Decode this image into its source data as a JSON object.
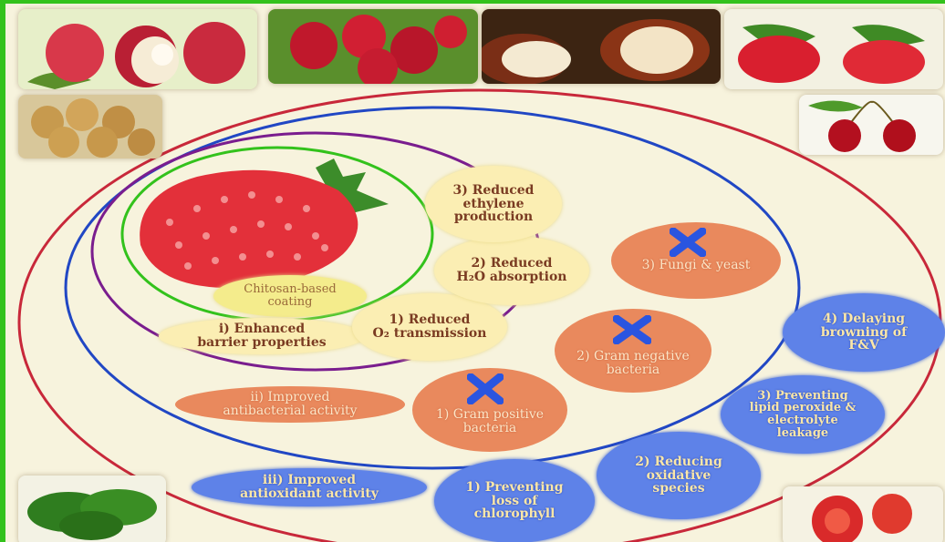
{
  "labels": {
    "coating": "Chitosan-based\ncoating",
    "barrier": "i) Enhanced\nbarrier properties",
    "antibacterial": "ii) Improved\nantibacterial activity",
    "antioxidant": "iii) Improved\nantioxidant activity",
    "o2": "1) Reduced\nO₂ transmission",
    "h2o": "2) Reduced\nH₂O absorption",
    "ethylene": "3) Reduced\nethylene\nproduction",
    "gram_pos": "1) Gram positive\nbacteria",
    "gram_neg": "2) Gram negative\nbacteria",
    "fungi": "3) Fungi & yeast",
    "chlorophyll": "1) Preventing\nloss of\nchlorophyll",
    "oxidative": "2) Reducing\noxidative\nspecies",
    "lipid": "3) Preventing\nlipid peroxide &\nelectrolyte\nleakage",
    "browning": "4) Delaying\nbrowning of\nF&V"
  },
  "icons": {
    "fruits": [
      "lychee",
      "red-berries",
      "rambutan",
      "strawberries",
      "longan",
      "cherries",
      "strawberry",
      "spinach",
      "tomatoes"
    ],
    "inhibition_mark": "blue-x"
  },
  "colors": {
    "outer_ring": "#c8283a",
    "blue_ring": "#2147c4",
    "purple_ring": "#7a1d8e",
    "green_ring": "#33c21c",
    "orange_bubble": "#e9895d",
    "blue_bubble": "#5e82e8",
    "yellow_bubble": "#fbeeb3"
  }
}
